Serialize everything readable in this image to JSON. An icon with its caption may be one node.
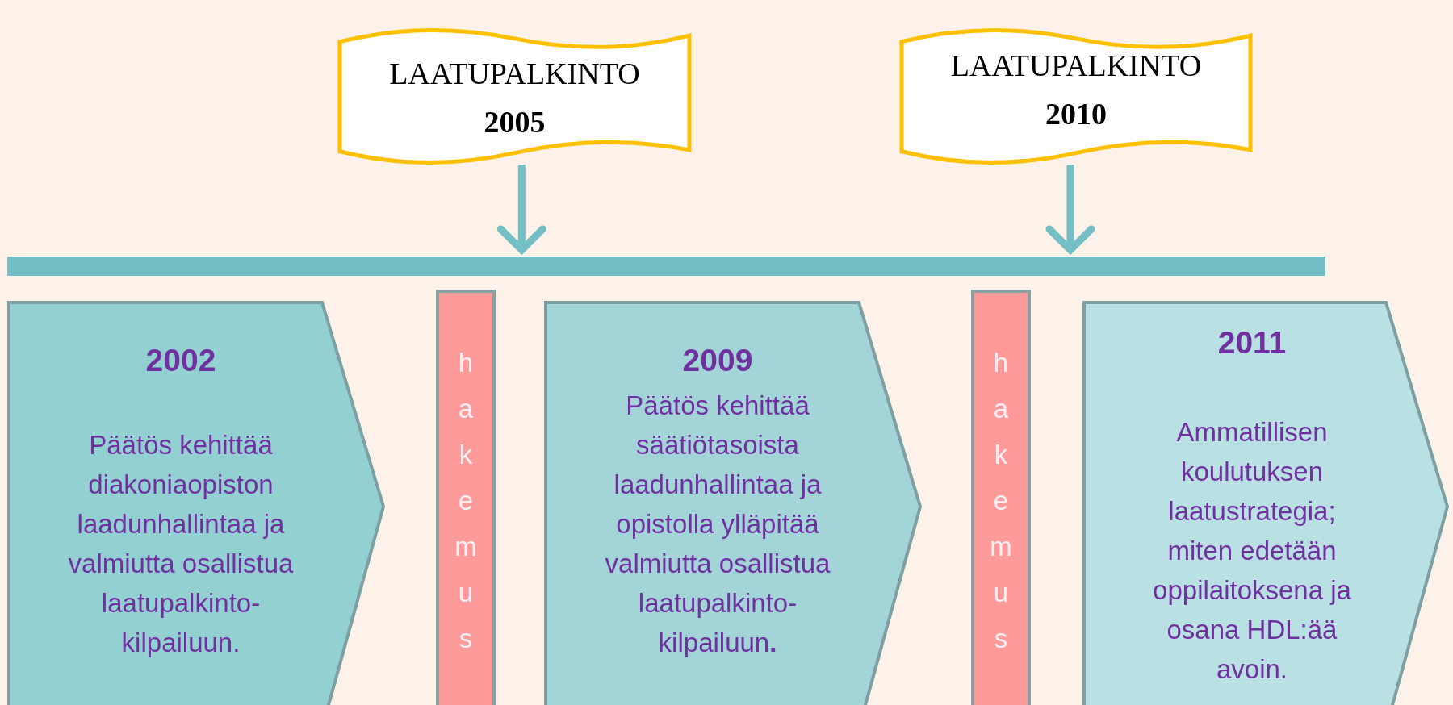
{
  "diagram": {
    "nodes": [
      {
        "text": [
          "LAATUPALKINTO",
          "2005"
        ]
      },
      {
        "text": [
          "LAATUPALKINTO",
          "2010"
        ]
      },
      {
        "text": [],
        "shape": "bar"
      },
      {
        "text": [
          "2002",
          "Päätös kehittää diakoniaopiston laadunhallintaa ja valmiutta osallistua laatupalkinto-kilpailuun."
        ]
      },
      {
        "text": [
          "hakemus"
        ]
      },
      {
        "text": [
          "2009",
          "Päätös kehittää säätiötasoista laadunhallintaa ja opistolla ylläpitää valmiutta osallistua laatupalkinto-kilpailuun**.**"
        ]
      },
      {
        "text": [
          "hakemus"
        ]
      },
      {
        "text": [
          "2011",
          "Ammatillisen koulutuksen laatustrategia; miten edetään oppilaitoksena ja osana HDL:ää avoin."
        ]
      }
    ],
    "edges": [
      {
        "from": 0,
        "to": 2,
        "arrow": "to"
      },
      {
        "from": 1,
        "to": 2,
        "arrow": "to"
      }
    ]
  }
}
